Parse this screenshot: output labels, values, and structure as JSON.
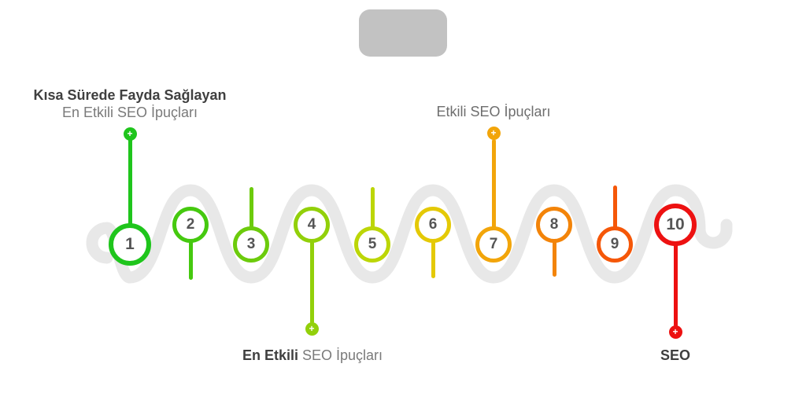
{
  "figure": {
    "type": "snake-timeline-infographic",
    "steps_count": 10
  },
  "palette": {
    "path_gray": "#e8e8e8",
    "logo_box_gray": "#c2c2c2",
    "text_dark": "#3f3f3f",
    "text_light": "#7a7a7a"
  },
  "icons": {
    "plus": "+"
  },
  "annotations": {
    "top_left": {
      "line1": "Kısa Sürede Fayda Sağlayan",
      "line2": "En Etkili SEO İpuçları",
      "connects_to_step": "1"
    },
    "top_middle": {
      "line1": "Etkili SEO İpuçları",
      "connects_to_step": "7"
    },
    "bottom_middle": {
      "bold": "En Etkili",
      "rest": " SEO İpuçları",
      "connects_to_step": "4"
    },
    "bottom_right": {
      "line1": "SEO",
      "connects_to_step": "10"
    }
  },
  "milestones": [
    {
      "number": "1",
      "color": "#1fc51c"
    },
    {
      "number": "2",
      "color": "#45c90f"
    },
    {
      "number": "3",
      "color": "#6ccb0c"
    },
    {
      "number": "4",
      "color": "#92d00a"
    },
    {
      "number": "5",
      "color": "#bcd607"
    },
    {
      "number": "6",
      "color": "#e4c906"
    },
    {
      "number": "7",
      "color": "#f2a50a"
    },
    {
      "number": "8",
      "color": "#f38409"
    },
    {
      "number": "9",
      "color": "#f55708"
    },
    {
      "number": "10",
      "color": "#ed1111"
    }
  ]
}
